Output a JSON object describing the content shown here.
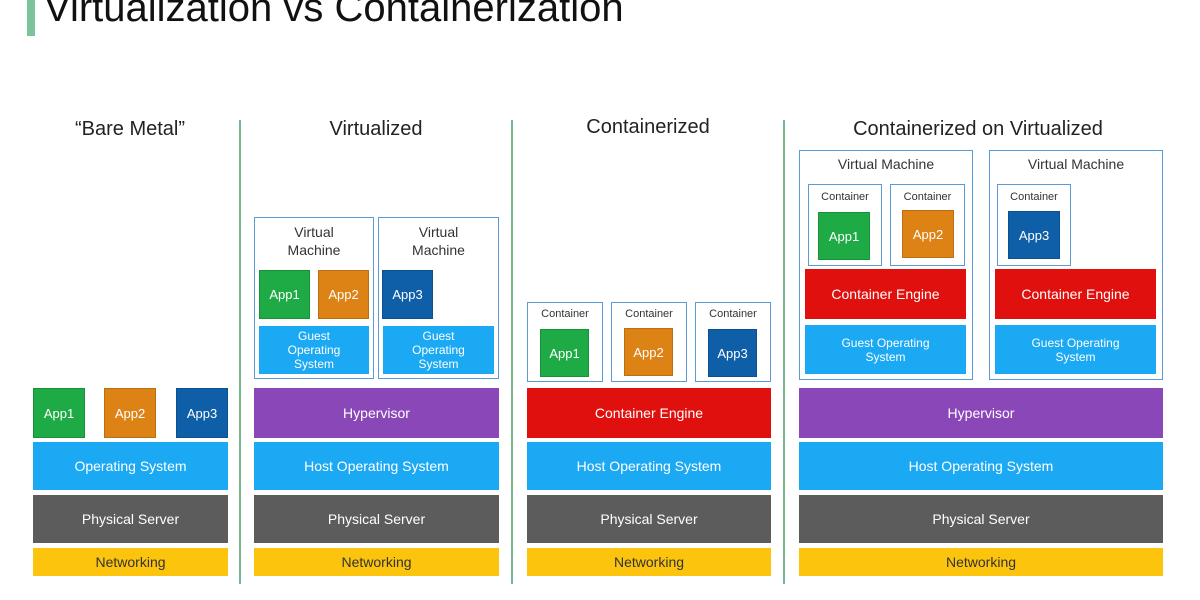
{
  "title": "Virtualization vs Containerization",
  "colors": {
    "networking": "#fcc40c",
    "physical": "#5c5c5c",
    "os": "#1ba9f4",
    "hypervisor": "#8a47b8",
    "engine": "#e0100e",
    "app1": "#1eab45",
    "app2": "#dd8316",
    "app3": "#0f5ea8",
    "divider": "#79b58a"
  },
  "columns": {
    "bare_metal": {
      "title": "“Bare Metal”",
      "apps": [
        "App1",
        "App2",
        "App3"
      ],
      "os": "Operating System",
      "physical": "Physical Server",
      "networking": "Networking"
    },
    "virtualized": {
      "title": "Virtualized",
      "vm_label": "Virtual\nMachine",
      "guest_os": "Guest\nOperating\nSystem",
      "apps": [
        "App1",
        "App2",
        "App3"
      ],
      "hypervisor": "Hypervisor",
      "host_os": "Host Operating System",
      "physical": "Physical Server",
      "networking": "Networking"
    },
    "containerized": {
      "title": "Containerized",
      "container_label": "Container",
      "apps": [
        "App1",
        "App2",
        "App3"
      ],
      "engine": "Container Engine",
      "host_os": "Host Operating System",
      "physical": "Physical Server",
      "networking": "Networking"
    },
    "container_on_virtual": {
      "title": "Containerized on Virtualized",
      "vm_label": "Virtual Machine",
      "container_label": "Container",
      "apps": [
        "App1",
        "App2",
        "App3"
      ],
      "engine": "Container Engine",
      "guest_os": "Guest Operating\nSystem",
      "hypervisor": "Hypervisor",
      "host_os": "Host Operating System",
      "physical": "Physical Server",
      "networking": "Networking"
    }
  }
}
